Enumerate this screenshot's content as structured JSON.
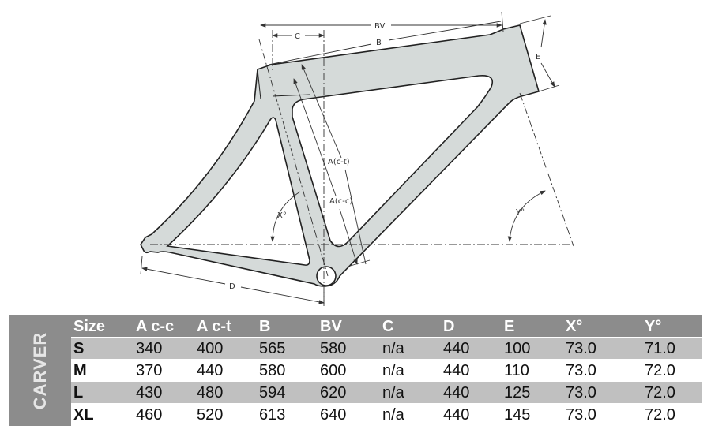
{
  "diagram": {
    "labels": {
      "bv": "BV",
      "b": "B",
      "c": "C",
      "e": "E",
      "act": "A(c-t)",
      "acc": "A(c-c)",
      "x": "X°",
      "y": "Y°",
      "d": "D"
    },
    "frame_color": "#d5dad9"
  },
  "table": {
    "brand": "CARVER",
    "headers": [
      "Size",
      "A c-c",
      "A c-t",
      "B",
      "BV",
      "C",
      "D",
      "E",
      "X°",
      "Y°"
    ],
    "rows": [
      [
        "S",
        "340",
        "400",
        "565",
        "580",
        "n/a",
        "440",
        "100",
        "73.0",
        "71.0"
      ],
      [
        "M",
        "370",
        "440",
        "580",
        "600",
        "n/a",
        "440",
        "110",
        "73.0",
        "72.0"
      ],
      [
        "L",
        "430",
        "480",
        "594",
        "620",
        "n/a",
        "440",
        "125",
        "73.0",
        "72.0"
      ],
      [
        "XL",
        "460",
        "520",
        "613",
        "640",
        "n/a",
        "440",
        "145",
        "73.0",
        "72.0"
      ]
    ]
  }
}
